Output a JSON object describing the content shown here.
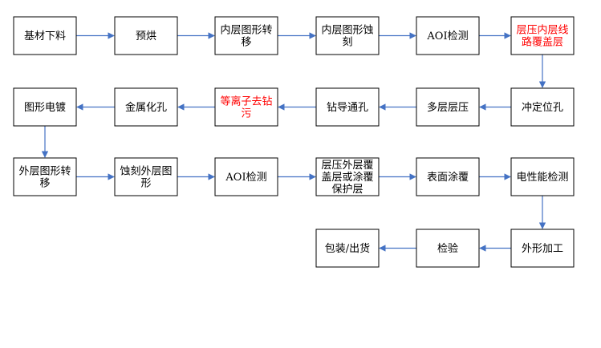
{
  "diagram": {
    "kind": "process-flowchart",
    "highlight_color": "#ff0000",
    "arrow_color": "#4472c4",
    "nodes": [
      {
        "id": "n1",
        "lines": [
          "基材下料"
        ],
        "highlight": false
      },
      {
        "id": "n2",
        "lines": [
          "预烘"
        ],
        "highlight": false
      },
      {
        "id": "n3",
        "lines": [
          "内层图形转",
          "移"
        ],
        "highlight": false
      },
      {
        "id": "n4",
        "lines": [
          "内层图形蚀",
          "刻"
        ],
        "highlight": false
      },
      {
        "id": "n5",
        "lines": [
          "AOI检测"
        ],
        "highlight": false
      },
      {
        "id": "n6",
        "lines": [
          "层压内层线",
          "路覆盖层"
        ],
        "highlight": true
      },
      {
        "id": "n7",
        "lines": [
          "冲定位孔"
        ],
        "highlight": false
      },
      {
        "id": "n8",
        "lines": [
          "多层层压"
        ],
        "highlight": false
      },
      {
        "id": "n9",
        "lines": [
          "钻导通孔"
        ],
        "highlight": false
      },
      {
        "id": "n10",
        "lines": [
          "等离子去钻",
          "污"
        ],
        "highlight": true
      },
      {
        "id": "n11",
        "lines": [
          "金属化孔"
        ],
        "highlight": false
      },
      {
        "id": "n12",
        "lines": [
          "图形电镀"
        ],
        "highlight": false
      },
      {
        "id": "n13",
        "lines": [
          "外层图形转",
          "移"
        ],
        "highlight": false
      },
      {
        "id": "n14",
        "lines": [
          "蚀刻外层图",
          "形"
        ],
        "highlight": false
      },
      {
        "id": "n15",
        "lines": [
          "AOI检测"
        ],
        "highlight": false
      },
      {
        "id": "n16",
        "lines": [
          "层压外层覆",
          "盖层或涂覆",
          "保护层"
        ],
        "highlight": false
      },
      {
        "id": "n17",
        "lines": [
          "表面涂覆"
        ],
        "highlight": false
      },
      {
        "id": "n18",
        "lines": [
          "电性能检测"
        ],
        "highlight": false
      },
      {
        "id": "n19",
        "lines": [
          "外形加工"
        ],
        "highlight": false
      },
      {
        "id": "n20",
        "lines": [
          "检验"
        ],
        "highlight": false
      },
      {
        "id": "n21",
        "lines": [
          "包装/出货"
        ],
        "highlight": false
      }
    ],
    "edges": [
      [
        "n1",
        "n2"
      ],
      [
        "n2",
        "n3"
      ],
      [
        "n3",
        "n4"
      ],
      [
        "n4",
        "n5"
      ],
      [
        "n5",
        "n6"
      ],
      [
        "n6",
        "n7"
      ],
      [
        "n7",
        "n8"
      ],
      [
        "n8",
        "n9"
      ],
      [
        "n9",
        "n10"
      ],
      [
        "n10",
        "n11"
      ],
      [
        "n11",
        "n12"
      ],
      [
        "n12",
        "n13"
      ],
      [
        "n13",
        "n14"
      ],
      [
        "n14",
        "n15"
      ],
      [
        "n15",
        "n16"
      ],
      [
        "n16",
        "n17"
      ],
      [
        "n17",
        "n18"
      ],
      [
        "n18",
        "n19"
      ],
      [
        "n19",
        "n20"
      ],
      [
        "n20",
        "n21"
      ]
    ]
  }
}
